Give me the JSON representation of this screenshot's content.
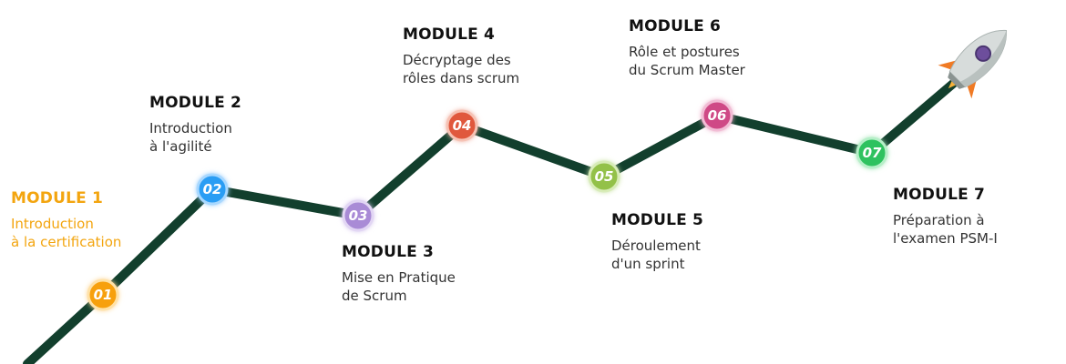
{
  "modules": [
    {
      "number": "01",
      "title": "MODULE 1",
      "line1": "Introduction",
      "line2": "à la certification",
      "color": "#f7a00c"
    },
    {
      "number": "02",
      "title": "MODULE 2",
      "line1": "Introduction",
      "line2": "à l'agilité",
      "color": "#2a9df4"
    },
    {
      "number": "03",
      "title": "MODULE 3",
      "line1": "Mise en Pratique",
      "line2": "de Scrum",
      "color": "#a98bd6"
    },
    {
      "number": "04",
      "title": "MODULE 4",
      "line1": "Décryptage des",
      "line2": "rôles dans scrum",
      "color": "#e0583d"
    },
    {
      "number": "05",
      "title": "MODULE 5",
      "line1": "Déroulement",
      "line2": "d'un sprint",
      "color": "#93c148"
    },
    {
      "number": "06",
      "title": "MODULE 6",
      "line1": "Rôle et postures",
      "line2": "du Scrum Master",
      "color": "#cf4a86"
    },
    {
      "number": "07",
      "title": "MODULE 7",
      "line1": "Préparation à",
      "line2": "l'examen PSM-I",
      "color": "#2fc25e"
    }
  ],
  "colors": {
    "path": "#123f2d",
    "highlight_text": "#f3a50f",
    "rocket_body": "#d7dcdb",
    "rocket_fin": "#f07a24",
    "rocket_window": "#6d4e9c"
  },
  "icons": {
    "rocket": "rocket-icon"
  }
}
